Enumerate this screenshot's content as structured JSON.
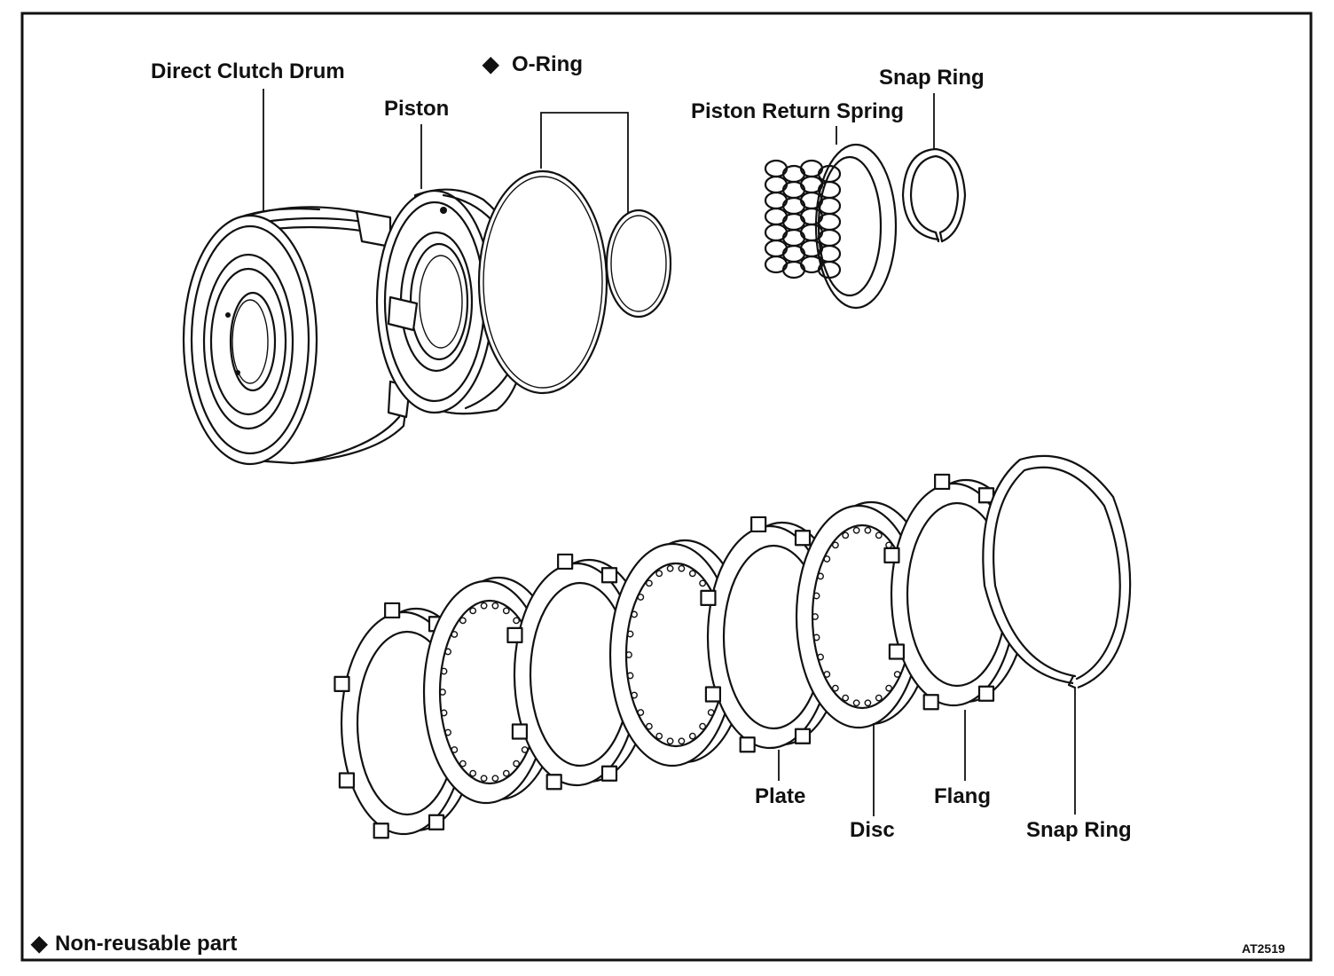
{
  "diagram": {
    "labels": {
      "direct_clutch_drum": "Direct Clutch Drum",
      "piston": "Piston",
      "o_ring": "O-Ring",
      "snap_ring_top": "Snap Ring",
      "piston_return_spring": "Piston Return Spring",
      "plate": "Plate",
      "disc": "Disc",
      "flang": "Flang",
      "snap_ring_bottom": "Snap Ring"
    },
    "legend": {
      "symbol": "◆",
      "text": "Non-reusable part"
    },
    "figure_code": "AT2519",
    "marker_symbol": "◆"
  }
}
